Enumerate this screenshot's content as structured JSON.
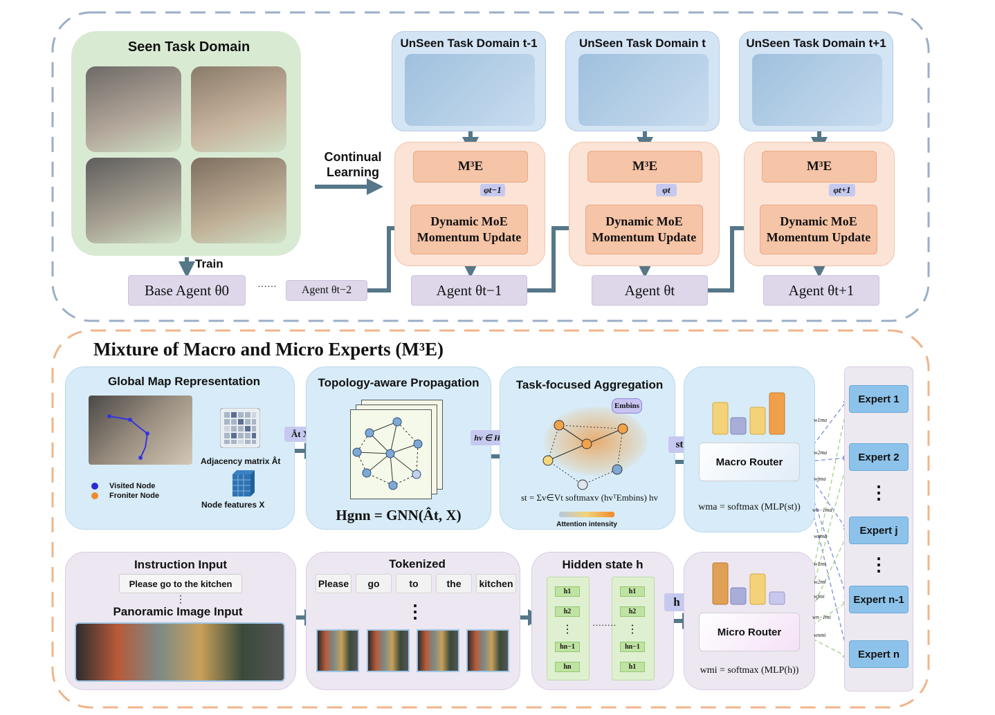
{
  "top": {
    "seen_title": "Seen Task Domain",
    "train_label": "Train",
    "continual_label": "Continual\nLearning",
    "unseen_titles": [
      "UnSeen Task Domain t-1",
      "UnSeen Task Domain t",
      "UnSeen Task Domain t+1"
    ],
    "m3e": "M³E",
    "phi": [
      "φt−1",
      "φt",
      "φt+1"
    ],
    "dyn_line1": "Dynamic MoE",
    "dyn_line2": "Momentum Update",
    "base_agent": "Base Agent θ0",
    "dots": "······",
    "agent_t2": "Agent θt−2",
    "agents": [
      "Agent θt−1",
      "Agent θt",
      "Agent θt+1"
    ]
  },
  "bottom": {
    "title": "Mixture of Macro and Micro Experts (M³E)",
    "global_map": {
      "title": "Global Map Representation",
      "adjacency": "Adjacency matrix Ât",
      "visited": "Visited Node",
      "frontier": "Froniter Node",
      "node_features": "Node features  X"
    },
    "arrow_tag1": "Ât  X",
    "topology": {
      "title": "Topology-aware Propagation",
      "formula": "Hgnn = GNN(Ât, X)"
    },
    "arrow_tag2": "hv ∈ Hgnn",
    "aggregation": {
      "title": "Task-focused Aggregation",
      "emb": "Embins",
      "formula": "st = Σv∈Vt softmaxv (hvᵀEmbins) hv",
      "attention": "Attention intensity"
    },
    "arrow_tag3": "st",
    "macro_router": "Macro Router",
    "macro_formula": "wma = softmax (MLP(st))",
    "instruction": {
      "title": "Instruction Input",
      "text": "Please go to the kitchen",
      "panoramic": "Panoramic Image Input"
    },
    "tokenized": {
      "title": "Tokenized",
      "tokens": [
        "Please",
        "go",
        "to",
        "the",
        "kitchen"
      ]
    },
    "hidden": {
      "title": "Hidden state  h",
      "cells": [
        "h1",
        "h2",
        "⋮",
        "hn−1",
        "hn"
      ],
      "dots": "········"
    },
    "arrow_tag4": "h",
    "micro_router": "Micro Router",
    "micro_formula": "wmi = softmax (MLP(h))",
    "experts": [
      "Expert 1",
      "Expert 2",
      "Expert j",
      "Expert n-1",
      "Expert n"
    ],
    "weights_ma": [
      "w1ma",
      "w2ma",
      "wjma",
      "wn−1ma",
      "wnma"
    ],
    "weights_mi": [
      "w1mi",
      "w2mi",
      "wjmi",
      "wn−1mi",
      "wnmi"
    ],
    "vdots": "⋮"
  },
  "colors": {
    "green": "#d9ead3",
    "unseen_blue": "#d3e4f5",
    "salmon": "#fbe3d6",
    "lavender": "#ded7ea",
    "expert_blue": "#8dc3ea",
    "arrow": "#557788",
    "bar_yellow": "#f3d27a",
    "bar_orange": "#f0a04b",
    "bar_purple": "#a8aed8"
  }
}
